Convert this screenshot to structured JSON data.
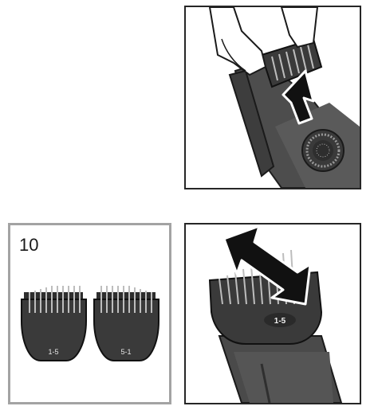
{
  "step": {
    "number": "10"
  },
  "combs": [
    {
      "label": "1-5"
    },
    {
      "label": "5-1"
    }
  ],
  "attached_comb": {
    "label": "1-5"
  },
  "colors": {
    "frame": "#262626",
    "frame_gray": "#a3a3a3",
    "device": "#4a4a4a",
    "comb": "#3a3a3a",
    "arrow": "#111111"
  },
  "icons": [
    "hand-icon",
    "arrow-up-icon",
    "arrow-double-icon",
    "length-dial-icon"
  ]
}
